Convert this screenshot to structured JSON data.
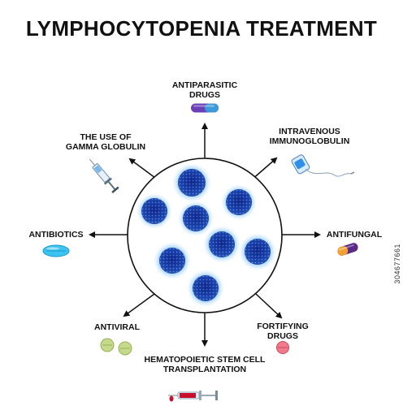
{
  "title": "LYMPHOCYTOPENIA TREATMENT",
  "treatments": {
    "antiparasitic": [
      "ANTIPARASITIC",
      "DRUGS"
    ],
    "immunoglobulin": [
      "INTRAVENOUS",
      "IMMUNOGLOBULIN"
    ],
    "antifungal": [
      "ANTIFUNGAL"
    ],
    "fortifying": [
      "FORTIFYING",
      "DRUGS"
    ],
    "stem_cell": [
      "HEMATOPOIETIC STEM CELL",
      "TRANSPLANTATION"
    ],
    "antiviral": [
      "ANTIVIRAL"
    ],
    "antibiotics": [
      "ANTIBIOTICS"
    ],
    "gamma_globulin": [
      "THE USE OF",
      "GAMMA GLOBULIN"
    ]
  },
  "icons": {
    "antiparasitic": "capsule-purple-icon",
    "immunoglobulin": "iv-drip-bag-icon",
    "antifungal": "capsule-orange-purple-icon",
    "fortifying": "pink-tablet-icon",
    "stem_cell": "blood-syringe-icon",
    "antiviral": "green-tablets-icon",
    "antibiotics": "blue-oval-tablet-icon",
    "gamma_globulin": "syringe-icon",
    "cells": "lymphocyte-icon"
  },
  "watermark": "304677661",
  "colors": {
    "cell_dark": "#0a1c6e",
    "cell_mid": "#2f6fe0",
    "cell_halo": "#8fc8ff",
    "arrow": "#111111"
  }
}
